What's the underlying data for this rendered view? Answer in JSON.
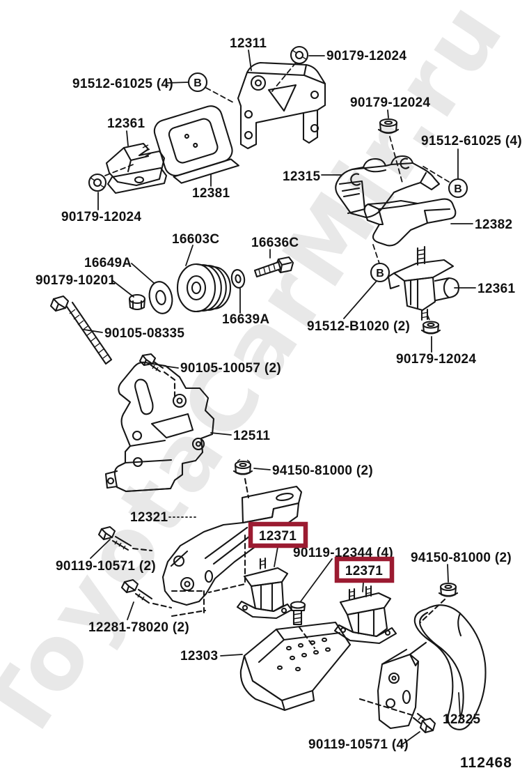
{
  "diagram": {
    "code": "112468",
    "watermark": "ToyotaCarMir.ru",
    "callout_letter": "B",
    "colors": {
      "line": "#161616",
      "highlight_box": "#9b1b31",
      "watermark": "#e8e8e8",
      "background": "#ffffff"
    },
    "highlighted_part": "12371",
    "labels": [
      {
        "id": "12311",
        "text": "12311"
      },
      {
        "id": "90179-12024-top",
        "text": "90179-12024"
      },
      {
        "id": "91512-61025-left",
        "text": "91512-61025 (4)"
      },
      {
        "id": "12361-left",
        "text": "12361"
      },
      {
        "id": "12381",
        "text": "12381"
      },
      {
        "id": "90179-12024-left",
        "text": "90179-12024"
      },
      {
        "id": "90179-12024-right",
        "text": "90179-12024"
      },
      {
        "id": "91512-61025-right",
        "text": "91512-61025 (4)"
      },
      {
        "id": "12315",
        "text": "12315"
      },
      {
        "id": "12382",
        "text": "12382"
      },
      {
        "id": "16603C",
        "text": "16603C"
      },
      {
        "id": "16636C",
        "text": "16636C"
      },
      {
        "id": "16649A",
        "text": "16649A"
      },
      {
        "id": "90179-10201",
        "text": "90179-10201"
      },
      {
        "id": "16639A",
        "text": "16639A"
      },
      {
        "id": "91512-B1020",
        "text": "91512-B1020 (2)"
      },
      {
        "id": "12361-right",
        "text": "12361"
      },
      {
        "id": "90179-12024-mid",
        "text": "90179-12024"
      },
      {
        "id": "90105-08335",
        "text": "90105-08335"
      },
      {
        "id": "90105-10057",
        "text": "90105-10057 (2)"
      },
      {
        "id": "12511",
        "text": "12511"
      },
      {
        "id": "94150-81000-left",
        "text": "94150-81000 (2)"
      },
      {
        "id": "12321",
        "text": "12321"
      },
      {
        "id": "12371-highlight-1",
        "text": "12371"
      },
      {
        "id": "90119-12344",
        "text": "90119-12344 (4)"
      },
      {
        "id": "12371-highlight-2",
        "text": "12371"
      },
      {
        "id": "90119-10571-2",
        "text": "90119-10571 (2)"
      },
      {
        "id": "94150-81000-right",
        "text": "94150-81000 (2)"
      },
      {
        "id": "12281-78020",
        "text": "12281-78020 (2)"
      },
      {
        "id": "12303",
        "text": "12303"
      },
      {
        "id": "12325",
        "text": "12325"
      },
      {
        "id": "90119-10571-4",
        "text": "90119-10571 (4)"
      }
    ]
  }
}
